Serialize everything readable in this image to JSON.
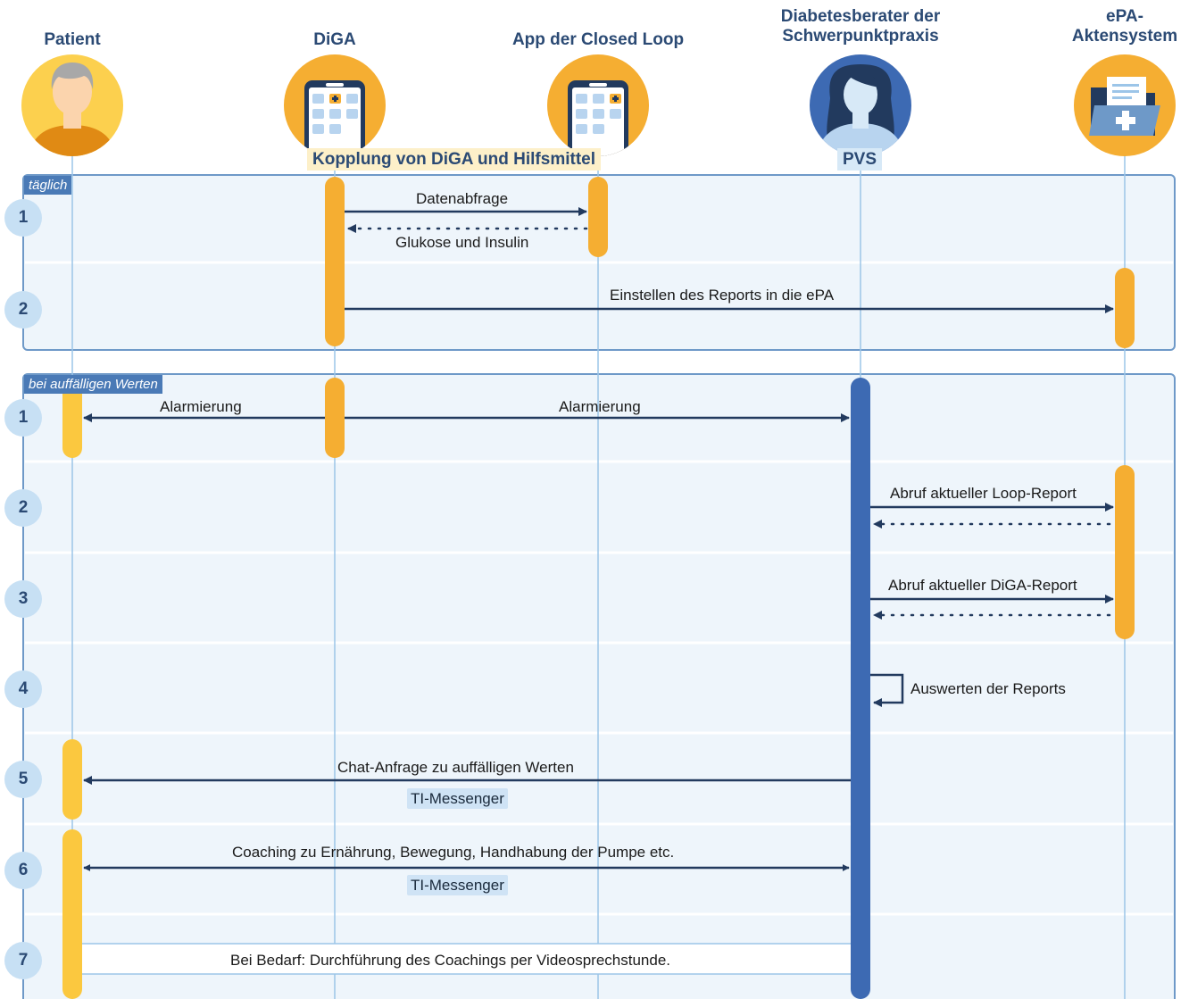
{
  "actors": [
    {
      "id": "patient",
      "name": "Patient"
    },
    {
      "id": "diga",
      "name": "DiGA"
    },
    {
      "id": "closed_loop",
      "name": "App der Closed Loop"
    },
    {
      "id": "counselor",
      "name": "Diabetesberater der\nSchwerpunktpraxis",
      "tag": "PVS"
    },
    {
      "id": "epa",
      "name": "ePA-\nAktensystem"
    }
  ],
  "coupling_label": "Kopplung von DiGA und Hilfsmittel",
  "sections": [
    {
      "label": "täglich",
      "steps": [
        {
          "number": "1",
          "messages": [
            {
              "text": "Datenabfrage",
              "from": "diga",
              "to": "closed_loop",
              "style": "solid"
            },
            {
              "text": "Glukose und Insulin",
              "from": "closed_loop",
              "to": "diga",
              "style": "dotted"
            }
          ]
        },
        {
          "number": "2",
          "messages": [
            {
              "text": "Einstellen des Reports in die ePA",
              "from": "diga",
              "to": "epa",
              "style": "solid"
            }
          ]
        }
      ]
    },
    {
      "label": "bei auffälligen Werten",
      "steps": [
        {
          "number": "1",
          "messages": [
            {
              "text": "Alarmierung",
              "from": "diga",
              "to": "patient",
              "style": "solid"
            },
            {
              "text": "Alarmierung",
              "from": "diga",
              "to": "counselor",
              "style": "solid"
            }
          ]
        },
        {
          "number": "2",
          "messages": [
            {
              "text": "Abruf aktueller Loop-Report",
              "from": "counselor",
              "to": "epa",
              "style": "solid"
            },
            {
              "text": "",
              "from": "epa",
              "to": "counselor",
              "style": "dotted"
            }
          ]
        },
        {
          "number": "3",
          "messages": [
            {
              "text": "Abruf aktueller DiGA-Report",
              "from": "counselor",
              "to": "epa",
              "style": "solid"
            },
            {
              "text": "",
              "from": "epa",
              "to": "counselor",
              "style": "dotted"
            }
          ]
        },
        {
          "number": "4",
          "messages": [
            {
              "text": "Auswerten der Reports",
              "from": "counselor",
              "to": "counselor",
              "style": "self"
            }
          ]
        },
        {
          "number": "5",
          "messages": [
            {
              "text": "Chat-Anfrage zu auffälligen Werten",
              "from": "counselor",
              "to": "patient",
              "style": "solid",
              "badge": "TI-Messenger"
            }
          ]
        },
        {
          "number": "6",
          "messages": [
            {
              "text": "Coaching zu Ernährung, Bewegung, Handhabung der Pumpe etc.",
              "from": "counselor",
              "to": "patient",
              "style": "both",
              "badge": "TI-Messenger"
            }
          ]
        },
        {
          "number": "7",
          "messages": [
            {
              "text": "Bei Bedarf: Durchführung des Coachings per Videosprechstunde.",
              "from": "patient",
              "to": "counselor",
              "style": "band"
            }
          ]
        }
      ]
    }
  ],
  "icons": {
    "patient": "person-avatar-icon",
    "diga": "smartphone-app-icon",
    "closed_loop": "smartphone-app-icon",
    "counselor": "woman-avatar-icon",
    "epa": "medical-folder-icon"
  },
  "colors": {
    "navy": "#223a5e",
    "activation_orange": "#f5ae32",
    "activation_yellow": "#fbc83f",
    "activation_blue": "#3d6ab3",
    "frame_blue": "#6e99c8",
    "section_bg": "#eef5fb",
    "lifeline": "#9cc5e8"
  }
}
